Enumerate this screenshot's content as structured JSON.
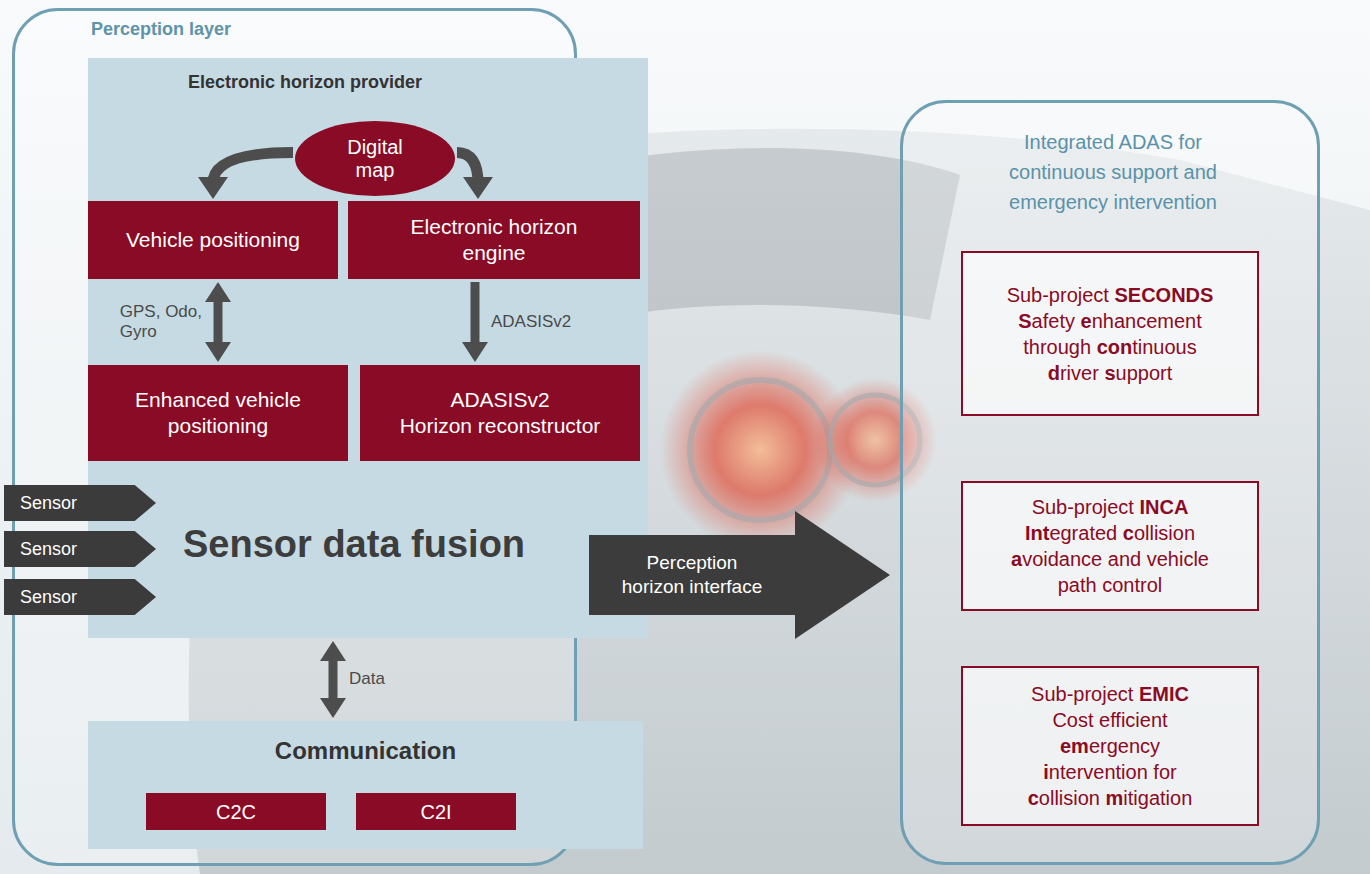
{
  "diagram": {
    "nodes": [
      {
        "text": [
          "Perception layer"
        ]
      },
      {
        "text": [
          "Electronic horizon provider",
          "Sensor data fusion"
        ],
        "in": 0
      },
      {
        "text": [
          "Digital map"
        ],
        "in": 1
      },
      {
        "text": [
          "Vehicle positioning"
        ],
        "in": 1
      },
      {
        "text": [
          "Electronic horizon engine"
        ],
        "in": 1
      },
      {
        "text": [
          "Enhanced vehicle positioning"
        ],
        "in": 1
      },
      {
        "text": [
          "ADASISv2 Horizon reconstructor"
        ],
        "in": 1
      },
      {
        "text": [
          "Sensor"
        ]
      },
      {
        "text": [
          "Sensor"
        ]
      },
      {
        "text": [
          "Sensor"
        ]
      },
      {
        "text": [
          "Communication"
        ],
        "in": 0
      },
      {
        "text": [
          "C2C"
        ],
        "in": 10
      },
      {
        "text": [
          "C2I"
        ],
        "in": 10
      },
      {
        "text": [
          "Integrated ADAS for continuous support and emergency intervention"
        ]
      },
      {
        "text": [
          "Sub-project SECONDS",
          "Safety enhancement through continuous driver support"
        ],
        "in": 13
      },
      {
        "text": [
          "Sub-project INCA",
          "Integrated collision avoidance and vehicle path control"
        ],
        "in": 13
      },
      {
        "text": [
          "Sub-project EMIC",
          "Cost efficient emergency intervention for collision mitigation"
        ],
        "in": 13
      }
    ],
    "edges": [
      {
        "from": 2,
        "to": 3,
        "arrow": "to"
      },
      {
        "from": 2,
        "to": 4,
        "arrow": "to"
      },
      {
        "from": 3,
        "to": 5,
        "label": "GPS, Odo, Gyro",
        "arrow": "both"
      },
      {
        "from": 4,
        "to": 6,
        "label": "ADASISv2",
        "arrow": "to"
      },
      {
        "from": 1,
        "to": 10,
        "label": "Data",
        "arrow": "both"
      },
      {
        "from": 0,
        "to": 13,
        "label": "Perception horizon interface",
        "arrow": "to"
      }
    ]
  }
}
